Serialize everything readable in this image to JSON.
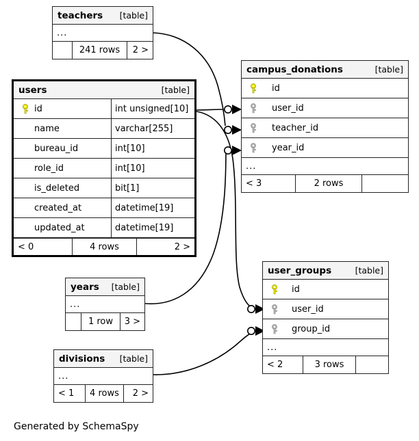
{
  "diagram": {
    "caption": "Generated by SchemaSpy",
    "kind_label": "[table]",
    "ellipsis": "...",
    "colors": {
      "primary_key": "#e8e800",
      "foreign_key": "#b3b3b3",
      "header_bg": "#f4f4f4",
      "border": "#222222",
      "focal_border": "#000000",
      "background": "#ffffff",
      "edge": "#000000"
    }
  },
  "tables": {
    "teachers": {
      "name": "teachers",
      "kind": "[table]",
      "focal": false,
      "columns": [],
      "ellipsis": "...",
      "footer": {
        "left": "",
        "center": "241 rows",
        "right": "2 >"
      }
    },
    "users": {
      "name": "users",
      "kind": "[table]",
      "focal": true,
      "columns": [
        {
          "key": "primary",
          "name": "id",
          "type": "int unsigned[10]"
        },
        {
          "key": "none",
          "name": "name",
          "type": "varchar[255]"
        },
        {
          "key": "none",
          "name": "bureau_id",
          "type": "int[10]"
        },
        {
          "key": "none",
          "name": "role_id",
          "type": "int[10]"
        },
        {
          "key": "none",
          "name": "is_deleted",
          "type": "bit[1]"
        },
        {
          "key": "none",
          "name": "created_at",
          "type": "datetime[19]"
        },
        {
          "key": "none",
          "name": "updated_at",
          "type": "datetime[19]"
        }
      ],
      "ellipsis": null,
      "footer": {
        "left": "< 0",
        "center": "4 rows",
        "right": "2 >"
      }
    },
    "campus_donations": {
      "name": "campus_donations",
      "kind": "[table]",
      "focal": false,
      "columns": [
        {
          "key": "primary",
          "name": "id",
          "type": ""
        },
        {
          "key": "foreign",
          "name": "user_id",
          "type": ""
        },
        {
          "key": "foreign",
          "name": "teacher_id",
          "type": ""
        },
        {
          "key": "foreign",
          "name": "year_id",
          "type": ""
        }
      ],
      "ellipsis": "...",
      "footer": {
        "left": "< 3",
        "center": "2 rows",
        "right": ""
      }
    },
    "user_groups": {
      "name": "user_groups",
      "kind": "[table]",
      "focal": false,
      "columns": [
        {
          "key": "primary",
          "name": "id",
          "type": ""
        },
        {
          "key": "foreign",
          "name": "user_id",
          "type": ""
        },
        {
          "key": "foreign",
          "name": "group_id",
          "type": ""
        }
      ],
      "ellipsis": "...",
      "footer": {
        "left": "< 2",
        "center": "3 rows",
        "right": ""
      }
    },
    "years": {
      "name": "years",
      "kind": "[table]",
      "focal": false,
      "columns": [],
      "ellipsis": "...",
      "footer": {
        "left": "",
        "center": "1 row",
        "right": "3 >"
      }
    },
    "divisions": {
      "name": "divisions",
      "kind": "[table]",
      "focal": false,
      "columns": [],
      "ellipsis": "...",
      "footer": {
        "left": "< 1",
        "center": "4 rows",
        "right": "2 >"
      }
    }
  },
  "relationships": [
    {
      "from": "users",
      "to": "campus_donations.user_id"
    },
    {
      "from": "teachers",
      "to": "campus_donations.teacher_id"
    },
    {
      "from": "years",
      "to": "campus_donations.year_id"
    },
    {
      "from": "users",
      "to": "user_groups.user_id"
    },
    {
      "from": "divisions",
      "to": "user_groups.group_id"
    }
  ]
}
